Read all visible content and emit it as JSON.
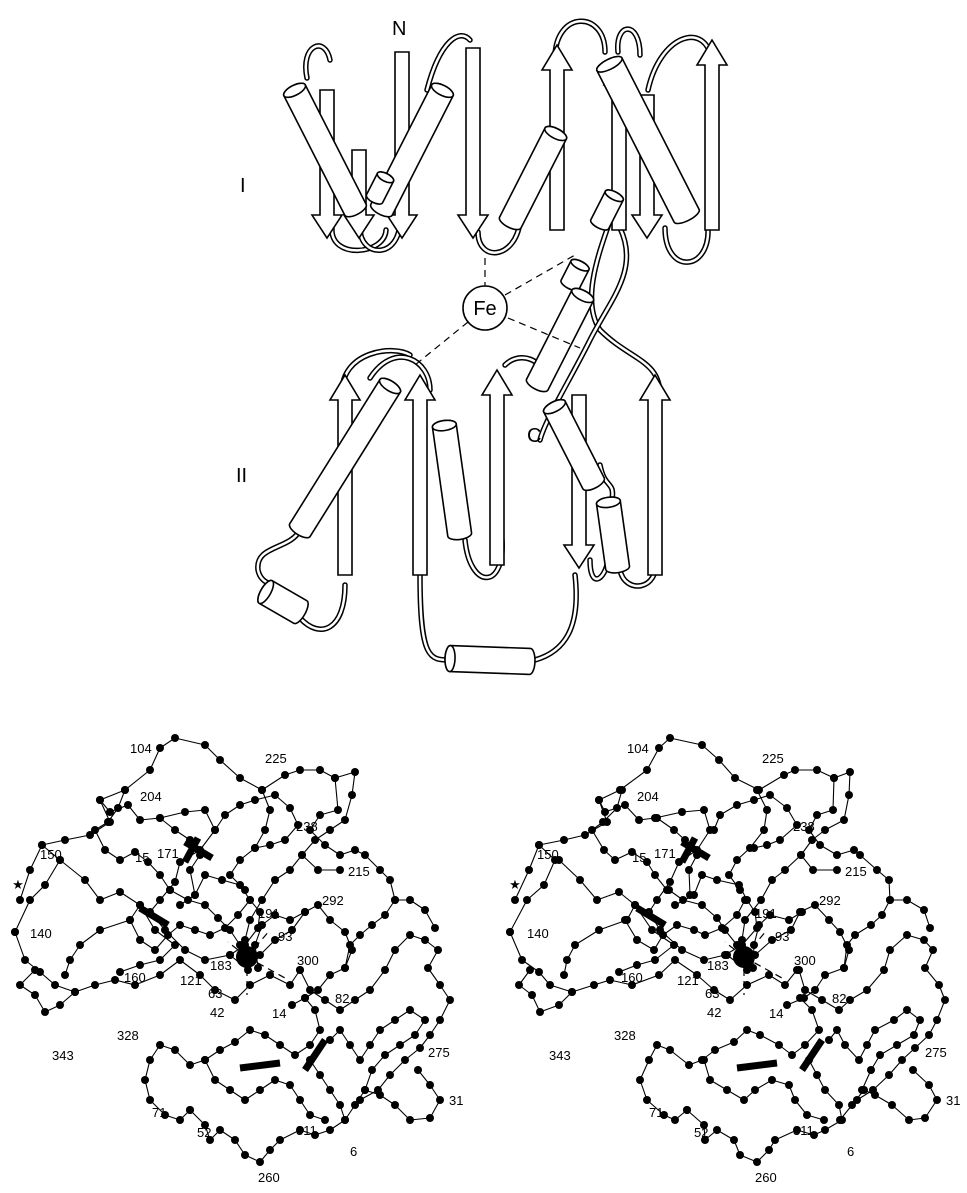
{
  "topology": {
    "domain_labels": [
      "I",
      "II"
    ],
    "n_terminus": "N",
    "c_terminus": "C",
    "metal": "Fe"
  },
  "stereo": {
    "residue_labels": [
      "104",
      "225",
      "204",
      "238",
      "171",
      "150",
      "15",
      "215",
      "292",
      "191",
      "93",
      "140",
      "300",
      "183",
      "160",
      "121",
      "63",
      "82",
      "42",
      "14",
      "328",
      "343",
      "275",
      "31",
      "71",
      "311",
      "52",
      "6",
      "260"
    ],
    "marker": "★"
  }
}
